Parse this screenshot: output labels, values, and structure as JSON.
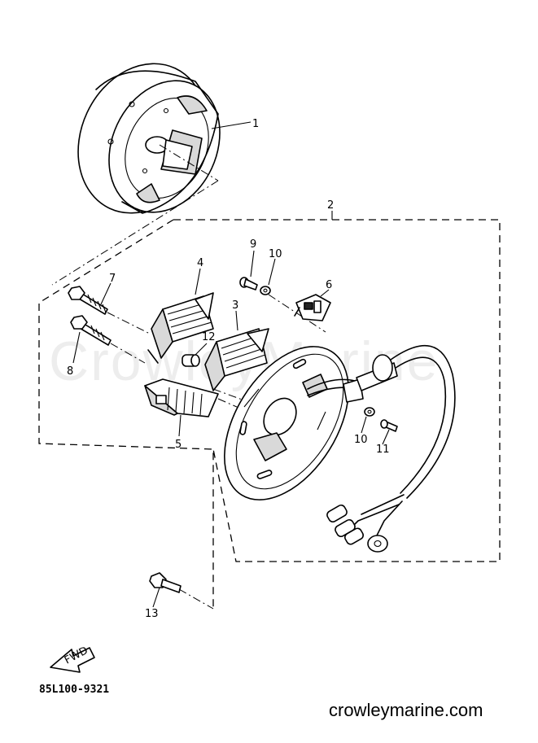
{
  "watermark": "CrowleyMarine",
  "part_code": "85L100-9321",
  "site_url": "crowleymarine.com",
  "fwd_label": "FWD",
  "callouts": {
    "c1": "1",
    "c2": "2",
    "c3": "3",
    "c4": "4",
    "c5": "5",
    "c6": "6",
    "c7": "7",
    "c8": "8",
    "c9": "9",
    "c10a": "10",
    "c10b": "10",
    "c11": "11",
    "c12": "12",
    "c13": "13"
  }
}
